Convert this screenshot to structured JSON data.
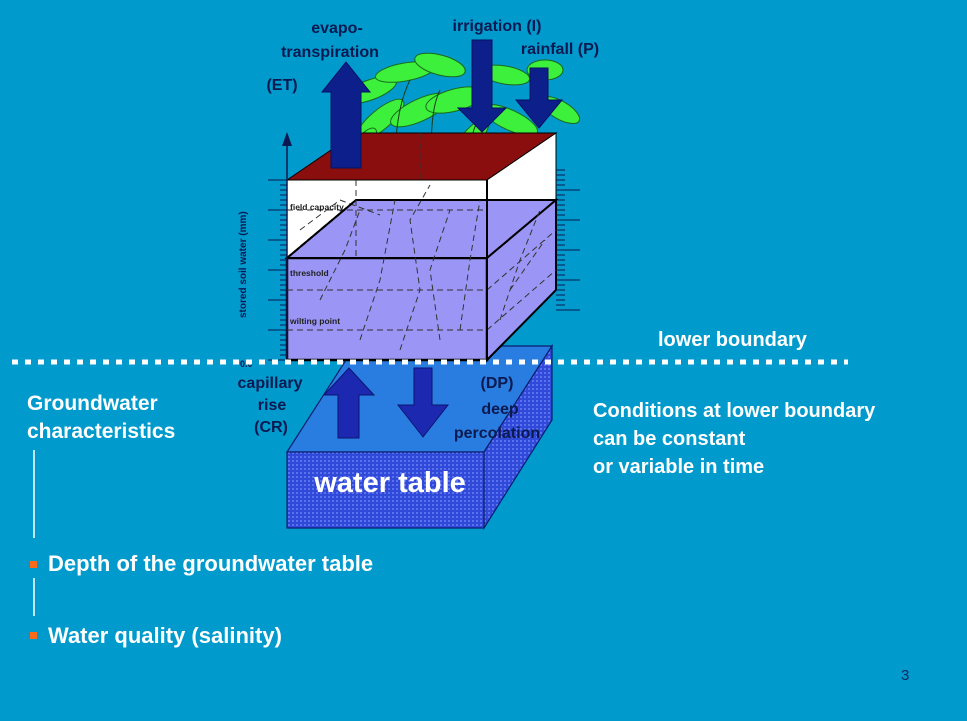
{
  "slide": {
    "page_number": "3",
    "background_color": "#019acd"
  },
  "diagram": {
    "flows": {
      "et": [
        "evapo-",
        "transpiration",
        "(ET)"
      ],
      "irrigation": "irrigation (I)",
      "rainfall": "rainfall (P)",
      "capillary_rise": [
        "capillary",
        "rise",
        "(CR)"
      ],
      "deep_percolation": [
        "(DP)",
        "deep",
        "percolation"
      ]
    },
    "axis": {
      "label": "stored soil water (mm)",
      "origin_label": "0.0"
    },
    "soil_levels": {
      "field_capacity": "field capacity",
      "threshold": "threshold",
      "wilting_point": "wilting point"
    },
    "water_table_label": "water table",
    "lower_boundary_label": "lower boundary",
    "colors": {
      "arrow": "#0d1f8a",
      "arrow_lower": "#1c28b0",
      "soil_top": "#8b0e0e",
      "soil_upper": "#ffffff",
      "soil_lower": "#9b96f5",
      "water_table": "#3049d8",
      "water_table_top": "#2a7de0",
      "plant": "#3cf03c"
    }
  },
  "left_panel": {
    "title": [
      "Groundwater",
      "characteristics"
    ],
    "bullets": [
      "Depth of the groundwater table",
      "Water quality (salinity)"
    ],
    "bullet_color": "#ff6a1a"
  },
  "right_panel": {
    "conditions": [
      "Conditions at lower boundary",
      "can be constant",
      "or variable in time"
    ]
  }
}
